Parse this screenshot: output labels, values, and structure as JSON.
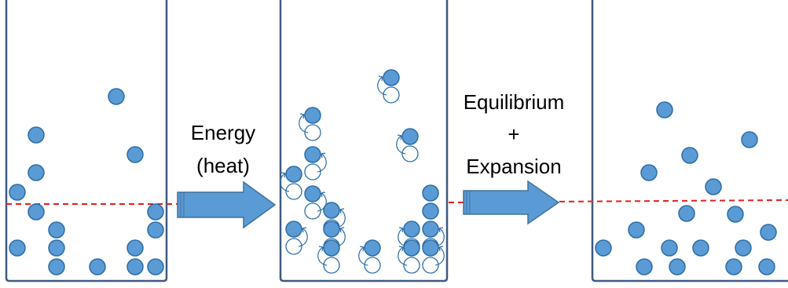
{
  "colors": {
    "particle_fill": "#5b9bd5",
    "particle_stroke": "#2e6da4",
    "ghost_stroke": "#2e6da4",
    "container_stroke": "#3d5a80",
    "level_line": "#e02020",
    "arrow_fill": "#5b9bd5"
  },
  "labels": {
    "arrow1_line1": "Energy",
    "arrow1_line2": "(heat)",
    "arrow2_line1": "Equilibrium",
    "arrow2_line2": "+",
    "arrow2_line3": "Expansion"
  },
  "icons": {
    "particle": "filled-circle",
    "previous_position": "hollow-circle",
    "motion": "curved-arrow"
  }
}
